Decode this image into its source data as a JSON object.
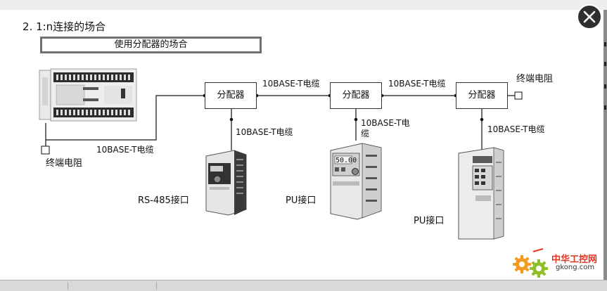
{
  "heading": "2. 1:n连接的场合",
  "subtitle": "使用分配器的场合",
  "distributor_label": "分配器",
  "cable_labels": {
    "plc_to_d1": "10BASE-T电缆",
    "d1_to_d2": "10BASE-T电缆",
    "d2_to_d3": "10BASE-T电缆",
    "d1_drop": "10BASE-T电缆",
    "d2_drop_line1": "10BASE-T电",
    "d2_drop_line2": "缆",
    "d3_drop": "10BASE-T电缆"
  },
  "terminator_right": "终端电阻",
  "terminator_left": "终端电阻",
  "interface_labels": {
    "inv1": "RS-485接口",
    "inv2": "PU接口",
    "inv3": "PU接口"
  },
  "inv2_display": "50.00",
  "watermark": {
    "brand": "中华工控网",
    "url": "gkong.com"
  },
  "colors": {
    "overlay": "#6e6e6e",
    "panel": "#ffffff",
    "watermark_orange": "#f39a1f",
    "watermark_red": "#e8321e"
  },
  "icons": [
    "close-icon",
    "plc-device-image",
    "inverter-image",
    "gear-logo-icon"
  ]
}
